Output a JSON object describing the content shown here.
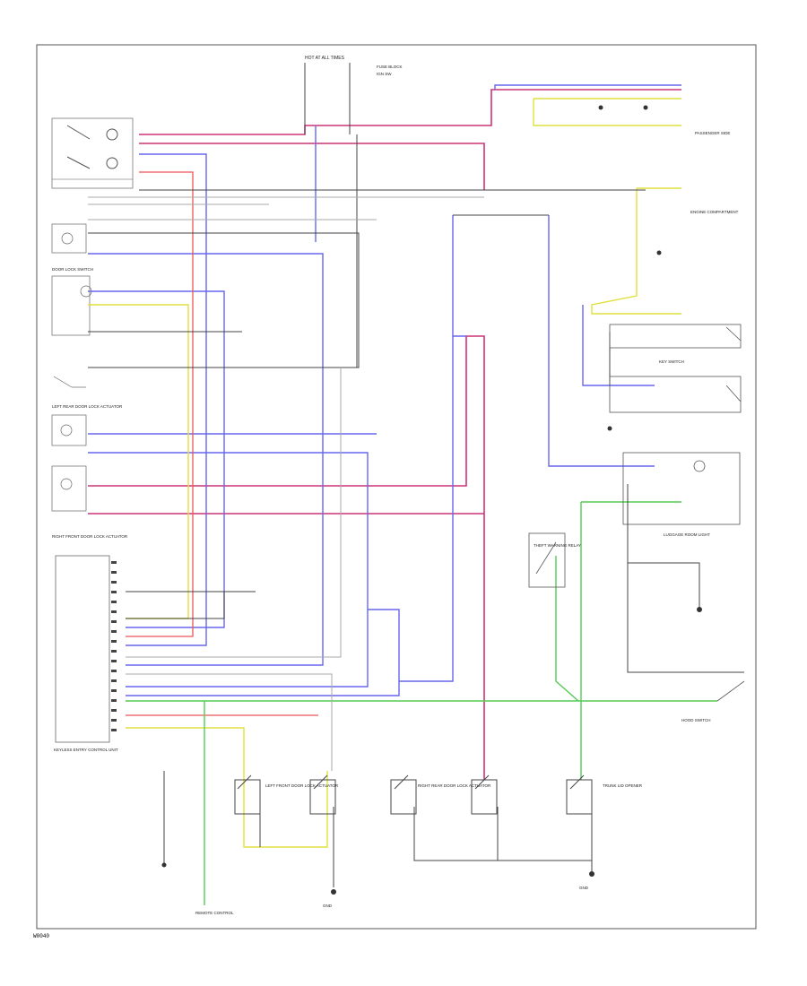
{
  "diagram_code": "W0040",
  "labels": {
    "hot": "HOT AT ALL TIMES",
    "fuse_panel": "FUSE BLOCK",
    "ignition": "IGN SW",
    "door_lock_sw": "DOOR LOCK SWITCH",
    "left_rear_door": "LEFT REAR DOOR LOCK ACTUATOR",
    "right_rear_door": "RIGHT REAR DOOR LOCK ACTUATOR",
    "left_front_door": "LEFT FRONT DOOR LOCK ACTUATOR",
    "right_front_door": "RIGHT FRONT DOOR LOCK ACTUATOR",
    "trunk": "TRUNK LID OPENER",
    "hood": "HOOD SWITCH",
    "control_unit": "KEYLESS ENTRY CONTROL UNIT",
    "ground_a": "GND",
    "ground_b": "GND",
    "remote": "REMOTE CONTROL",
    "engine_compartment": "ENGINE COMPARTMENT",
    "passenger_side": "PASSENGER SIDE",
    "key_switch": "KEY SWITCH",
    "luggage": "LUGGAGE ROOM LIGHT",
    "hood_switch": "HOOD SWITCH",
    "theft_relay": "THEFT WARNING RELAY"
  },
  "colors": {
    "blue": "#6666ee",
    "pink": "#cc3377",
    "yellow": "#e0e040",
    "green": "#55cc55",
    "red": "#ee5555",
    "black": "#333333",
    "gray": "#999999"
  }
}
